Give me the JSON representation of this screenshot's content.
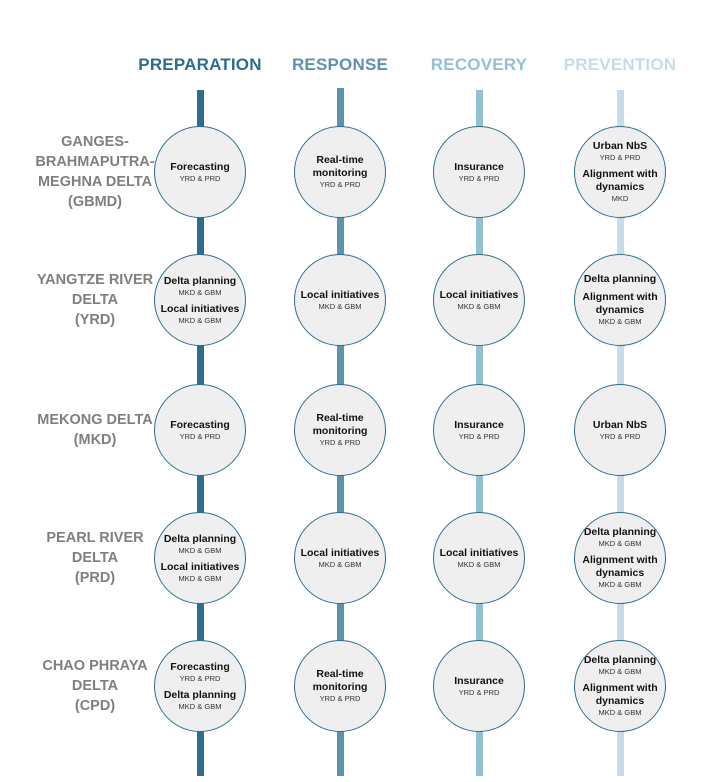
{
  "colors": {
    "phases": [
      "#2e6d8e",
      "#5b92ad",
      "#94c0d3",
      "#c6dde7"
    ],
    "circle_fill": "#efefef",
    "circle_border": "#2e6d8e",
    "delta_label": "#7f7f7f"
  },
  "phases": [
    "PREPARATION",
    "RESPONSE",
    "RECOVERY",
    "PREVENTION"
  ],
  "deltas": [
    {
      "label": "GANGES-\nBRAHMAPUTRA-\nMEGHNA DELTA\n(GBMD)",
      "cells": [
        [
          {
            "label": "Forecasting",
            "sub": "YRD & PRD"
          }
        ],
        [
          {
            "label": "Real-time monitoring",
            "sub": "YRD & PRD"
          }
        ],
        [
          {
            "label": "Insurance",
            "sub": "YRD & PRD"
          }
        ],
        [
          {
            "label": "Urban NbS",
            "sub": "YRD & PRD"
          },
          {
            "label": "Alignment with dynamics",
            "sub": "MKD"
          }
        ]
      ]
    },
    {
      "label": "YANGTZE RIVER\nDELTA\n(YRD)",
      "cells": [
        [
          {
            "label": "Delta planning",
            "sub": "MKD & GBM"
          },
          {
            "label": "Local initiatives",
            "sub": "MKD & GBM"
          }
        ],
        [
          {
            "label": "Local initiatives",
            "sub": "MKD & GBM"
          }
        ],
        [
          {
            "label": "Local initiatives",
            "sub": "MKD & GBM"
          }
        ],
        [
          {
            "label": "Delta planning",
            "sub": ""
          },
          {
            "label": "Alignment with dynamics",
            "sub": "MKD & GBM"
          }
        ]
      ]
    },
    {
      "label": "MEKONG DELTA\n(MKD)",
      "cells": [
        [
          {
            "label": "Forecasting",
            "sub": "YRD & PRD"
          }
        ],
        [
          {
            "label": "Real-time monitoring",
            "sub": "YRD & PRD"
          }
        ],
        [
          {
            "label": "Insurance",
            "sub": "YRD & PRD"
          }
        ],
        [
          {
            "label": "Urban NbS",
            "sub": "YRD & PRD"
          }
        ]
      ]
    },
    {
      "label": "PEARL RIVER\nDELTA\n(PRD)",
      "cells": [
        [
          {
            "label": "Delta planning",
            "sub": "MKD & GBM"
          },
          {
            "label": "Local initiatives",
            "sub": "MKD & GBM"
          }
        ],
        [
          {
            "label": "Local initiatives",
            "sub": "MKD & GBM"
          }
        ],
        [
          {
            "label": "Local initiatives",
            "sub": "MKD & GBM"
          }
        ],
        [
          {
            "label": "Delta planning",
            "sub": "MKD & GBM"
          },
          {
            "label": "Alignment with dynamics",
            "sub": "MKD & GBM"
          }
        ]
      ]
    },
    {
      "label": "CHAO PHRAYA\nDELTA\n(CPD)",
      "cells": [
        [
          {
            "label": "Forecasting",
            "sub": "YRD & PRD"
          },
          {
            "label": "Delta planning",
            "sub": "MKD & GBM"
          }
        ],
        [
          {
            "label": "Real-time monitoring",
            "sub": "YRD & PRD"
          }
        ],
        [
          {
            "label": "Insurance",
            "sub": "YRD & PRD"
          }
        ],
        [
          {
            "label": "Delta planning",
            "sub": "MKD & GBM"
          },
          {
            "label": "Alignment with dynamics",
            "sub": "MKD & GBM"
          }
        ]
      ]
    }
  ]
}
